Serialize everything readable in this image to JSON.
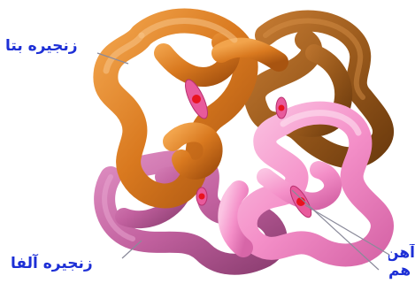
{
  "labels": {
    "beta_chain": "زنجیره بتا",
    "alpha_chain": "زنجیره آلفا",
    "heme_line1": "آهن",
    "heme_line2": "هم"
  },
  "colors": {
    "beta_orange": "#d9791f",
    "beta_brown": "#9a5a1c",
    "alpha_pink_light": "#f48fc8",
    "alpha_pink_dark": "#c2619f",
    "heme_disc": "#e85a9c",
    "iron_dot": "#e8131f",
    "label_blue": "#1d2fd6"
  }
}
